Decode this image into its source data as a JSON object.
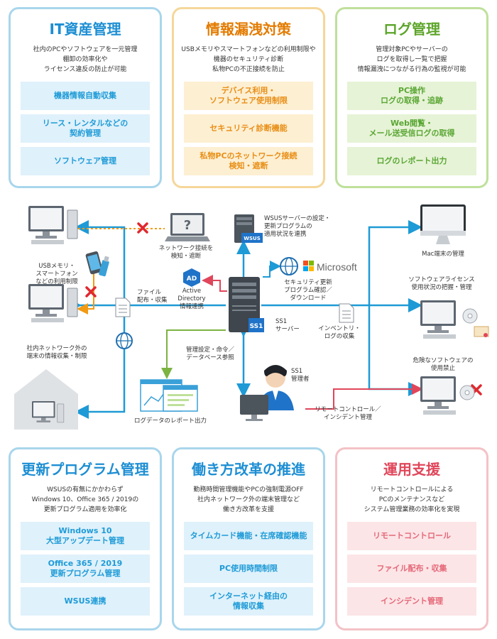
{
  "cards_top": [
    {
      "title": "IT資産管理",
      "desc": "社内のPCやソフトウェアを一元管理\n棚卸の効率化や\nライセンス違反の防止が可能",
      "features": [
        "機器情報自動収集",
        "リース・レンタルなどの\n契約管理",
        "ソフトウェア管理"
      ]
    },
    {
      "title": "情報漏洩対策",
      "desc": "USBメモリやスマートフォンなどの利用制限や\n機器のセキュリティ診断\n私物PCの不正接続を防止",
      "features": [
        "デバイス利用・\nソフトウェア使用制限",
        "セキュリティ診断機能",
        "私物PCのネットワーク接続\n検知・遮断"
      ]
    },
    {
      "title": "ログ管理",
      "desc": "管理対象PCやサーバーの\nログを取得し一覧で把握\n情報漏洩につながる行為の監視が可能",
      "features": [
        "PC操作\nログの取得・追跡",
        "Web閲覧・\nメール送受信ログの取得",
        "ログのレポート出力"
      ]
    }
  ],
  "cards_bottom": [
    {
      "title": "更新プログラム管理",
      "desc": "WSUSの有無にかかわらず\nWindows 10、Office 365 / 2019の\n更新プログラム適用を効率化",
      "features": [
        "Windows 10\n大型アップデート管理",
        "Office 365 / 2019\n更新プログラム管理",
        "WSUS連携"
      ]
    },
    {
      "title": "働き方改革の推進",
      "desc": "勤務時間管理機能やPCの強制電源OFF\n社内ネットワーク外の端末管理など\n働き方改革を支援",
      "features": [
        "タイムカード機能・在席確認機能",
        "PC使用時間制限",
        "インターネット経由の\n情報収集"
      ]
    },
    {
      "title": "運用支援",
      "desc": "リモートコントロールによる\nPCのメンテナンスなど\nシステム管理業務の効率化を実現",
      "features": [
        "リモートコントロール",
        "ファイル配布・収集",
        "インシデント管理"
      ]
    }
  ],
  "diagram": {
    "wsus_server": [
      "WSUSサーバーの設定・",
      "更新プログラムの",
      "適用状況を連携"
    ],
    "wsus_badge": "WSUS",
    "network_detect": [
      "ネットワーク接続を",
      "検知・遮断"
    ],
    "usb_limit": [
      "USBメモリ・",
      "スマートフォン",
      "などの利用制限"
    ],
    "file_dist": [
      "ファイル",
      "配布・収集"
    ],
    "ad_badge": "AD",
    "ad_label": [
      "Active",
      "Directory",
      "情報連携"
    ],
    "security_update": [
      "セキュリティ更新",
      "プログラム確認／",
      "ダウンロード"
    ],
    "microsoft": "Microsoft",
    "ss1_badge": "SS1",
    "ss1_server": [
      "SS1",
      "サーバー"
    ],
    "inventory": [
      "インベントリ・",
      "ログの収集"
    ],
    "mac_mgmt": "Mac端末の管理",
    "license": [
      "ソフトウェアライセンス",
      "使用状況の把握・管理"
    ],
    "banned_sw": [
      "危険なソフトウェアの",
      "使用禁止"
    ],
    "outside_net": [
      "社内ネットワーク外の",
      "端末の情報収集・制限"
    ],
    "admin_cmd": [
      "管理設定・命令／",
      "データベース参照"
    ],
    "ss1_admin": [
      "SS1",
      "管理者"
    ],
    "remote_ctrl": [
      "リモートコントロール／",
      "インシデント管理"
    ],
    "log_report": "ログデータのレポート出力"
  }
}
